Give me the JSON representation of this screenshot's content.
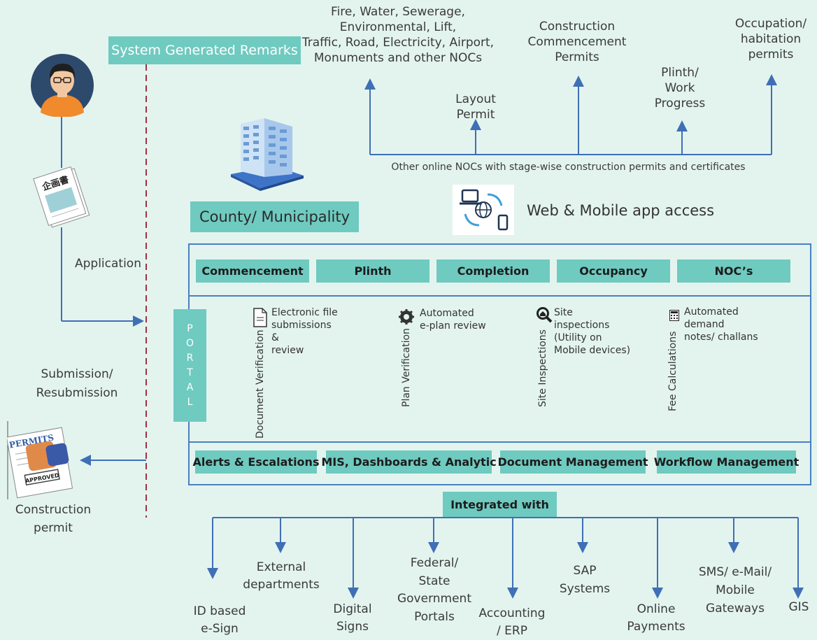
{
  "remarks": {
    "label": "System Generated Remarks"
  },
  "left": {
    "application": "Application",
    "submission": [
      "Submission/",
      "Resubmission"
    ],
    "permit": [
      "Construction",
      "permit"
    ]
  },
  "top": {
    "fire": [
      "Fire, Water, Sewerage,",
      "Environmental, Lift,",
      "Traffic, Road, Electricity, Airport,",
      "Monuments and other NOCs"
    ],
    "layout": [
      "Layout",
      "Permit"
    ],
    "commencement": [
      "Construction",
      "Commencement",
      "Permits"
    ],
    "plinth": [
      "Plinth/",
      "Work",
      "Progress"
    ],
    "occupation": [
      "Occupation/",
      "habitation",
      "permits"
    ],
    "noc_caption": "Other online NOCs with stage-wise construction permits and certificates"
  },
  "county": "County/ Municipality",
  "webapp": "Web & Mobile app access",
  "stages": [
    "Commencement",
    "Plinth",
    "Completion",
    "Occupancy",
    "NOC’s"
  ],
  "portal_letters": [
    "P",
    "O",
    "R",
    "T",
    "A",
    "L"
  ],
  "features": [
    {
      "vertical": "Document Verification",
      "text": [
        "Electronic file",
        "submissions",
        "&",
        "review"
      ],
      "icon": "document-icon"
    },
    {
      "vertical": "Plan Verification",
      "text": [
        "Automated",
        "e-plan review"
      ],
      "icon": "gear-icon"
    },
    {
      "vertical": "Site Inspections",
      "text": [
        "Site",
        "inspections",
        "(Utility on",
        "Mobile devices)"
      ],
      "icon": "magnifier-icon"
    },
    {
      "vertical": "Fee Calculations",
      "text": [
        "Automated",
        "demand",
        "notes/ challans"
      ],
      "icon": "calculator-icon"
    }
  ],
  "modules": [
    "Alerts & Escalations",
    "MIS, Dashboards & Analytic",
    "Document Management",
    "Workflow Management"
  ],
  "integrated": {
    "label": "Integrated with",
    "items": [
      [
        "ID based",
        "e-Sign"
      ],
      [
        "External",
        "departments"
      ],
      [
        "Digital",
        "Signs"
      ],
      [
        "Federal/",
        "State",
        "Government",
        "Portals"
      ],
      [
        "Accounting",
        "/ ERP"
      ],
      [
        "SAP",
        "Systems"
      ],
      [
        "Online",
        "Payments"
      ],
      [
        "SMS/ e-Mail/",
        "Mobile",
        "Gateways"
      ],
      [
        "GIS"
      ]
    ]
  },
  "colors": {
    "teal": "#6fcac0",
    "arrow": "#3f6fb5",
    "dashed": "#a33040",
    "background": "#e3f4ef"
  }
}
